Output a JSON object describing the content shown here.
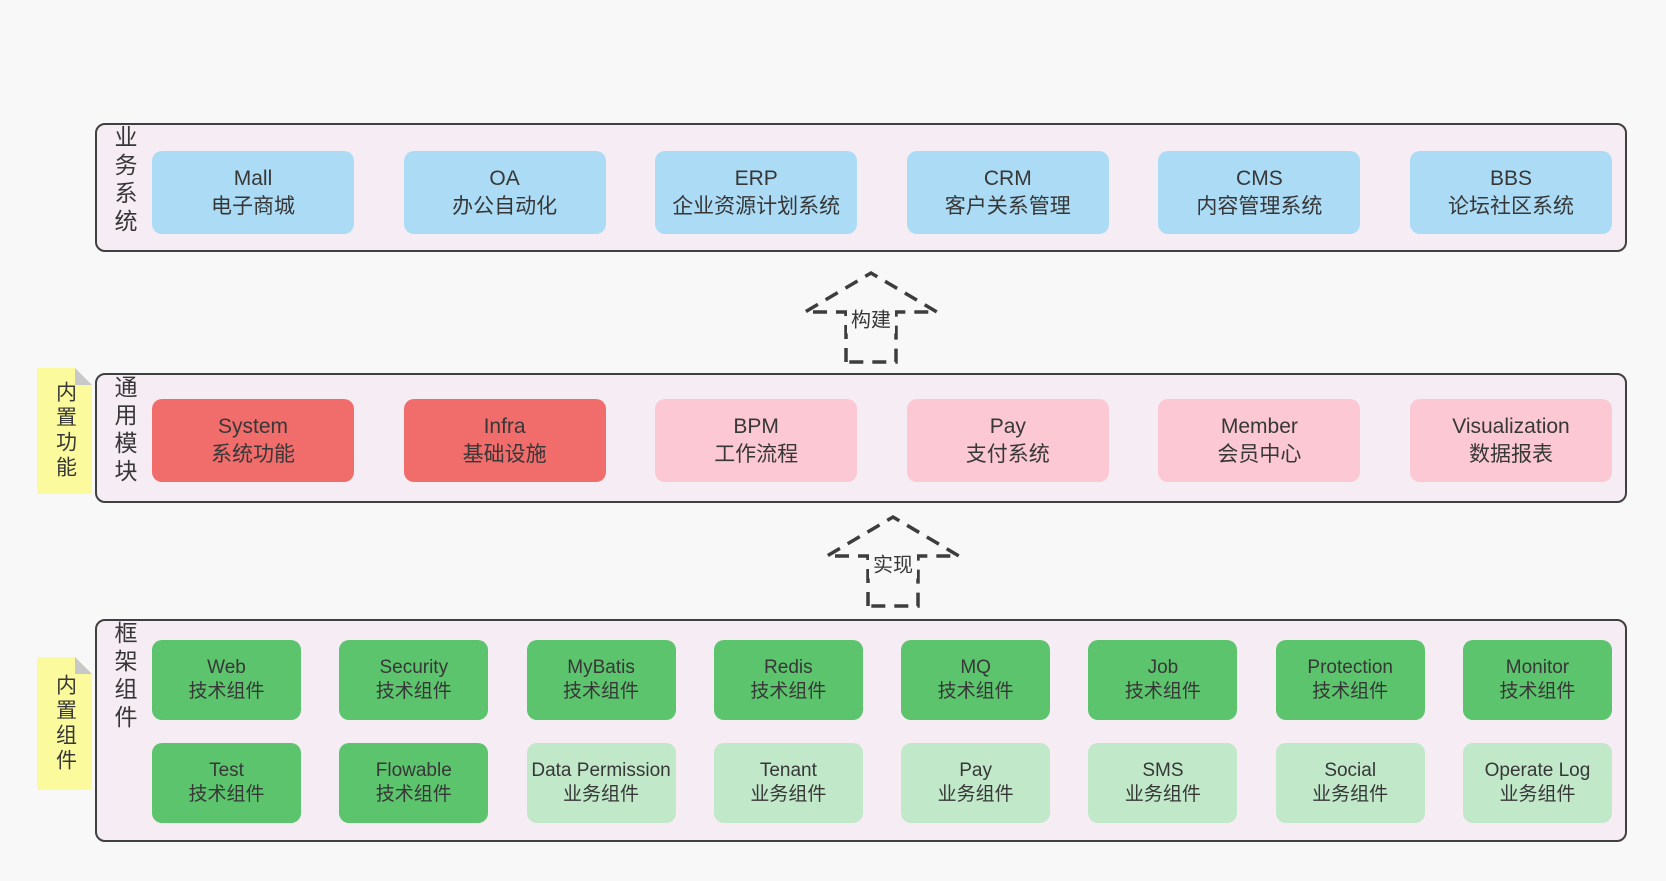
{
  "colors": {
    "page-bg": "#f8f8f8",
    "band-bg": "#f6ecf4",
    "band-border": "#404040",
    "box-blue": "#abdbf5",
    "box-red": "#f16d6c",
    "box-pink": "#fbc8d3",
    "box-green": "#5cc46c",
    "box-lightgreen": "#c0e8c9",
    "sticky-yellow": "#fbfb9d",
    "sticky-fold": "#c8c8c8",
    "text": "#373737"
  },
  "bands": {
    "business": {
      "label": "业务系统",
      "boxes": [
        {
          "title": "Mall",
          "subtitle": "电子商城"
        },
        {
          "title": "OA",
          "subtitle": "办公自动化"
        },
        {
          "title": "ERP",
          "subtitle": "企业资源计划系统"
        },
        {
          "title": "CRM",
          "subtitle": "客户关系管理"
        },
        {
          "title": "CMS",
          "subtitle": "内容管理系统"
        },
        {
          "title": "BBS",
          "subtitle": "论坛社区系统"
        }
      ]
    },
    "modules": {
      "label": "通用模块",
      "sticky": "内置功能",
      "boxes": [
        {
          "title": "System",
          "subtitle": "系统功能"
        },
        {
          "title": "Infra",
          "subtitle": "基础设施"
        },
        {
          "title": "BPM",
          "subtitle": "工作流程"
        },
        {
          "title": "Pay",
          "subtitle": "支付系统"
        },
        {
          "title": "Member",
          "subtitle": "会员中心"
        },
        {
          "title": "Visualization",
          "subtitle": "数据报表"
        }
      ]
    },
    "framework": {
      "label": "框架组件",
      "sticky": "内置组件",
      "row1": [
        {
          "title": "Web",
          "subtitle": "技术组件"
        },
        {
          "title": "Security",
          "subtitle": "技术组件"
        },
        {
          "title": "MyBatis",
          "subtitle": "技术组件"
        },
        {
          "title": "Redis",
          "subtitle": "技术组件"
        },
        {
          "title": "MQ",
          "subtitle": "技术组件"
        },
        {
          "title": "Job",
          "subtitle": "技术组件"
        },
        {
          "title": "Protection",
          "subtitle": "技术组件"
        },
        {
          "title": "Monitor",
          "subtitle": "技术组件"
        }
      ],
      "row2": [
        {
          "title": "Test",
          "subtitle": "技术组件"
        },
        {
          "title": "Flowable",
          "subtitle": "技术组件"
        },
        {
          "title": "Data Permission",
          "subtitle": "业务组件"
        },
        {
          "title": "Tenant",
          "subtitle": "业务组件"
        },
        {
          "title": "Pay",
          "subtitle": "业务组件"
        },
        {
          "title": "SMS",
          "subtitle": "业务组件"
        },
        {
          "title": "Social",
          "subtitle": "业务组件"
        },
        {
          "title": "Operate Log",
          "subtitle": "业务组件"
        }
      ]
    }
  },
  "arrows": {
    "build": {
      "label": "构建"
    },
    "implement": {
      "label": "实现"
    }
  }
}
